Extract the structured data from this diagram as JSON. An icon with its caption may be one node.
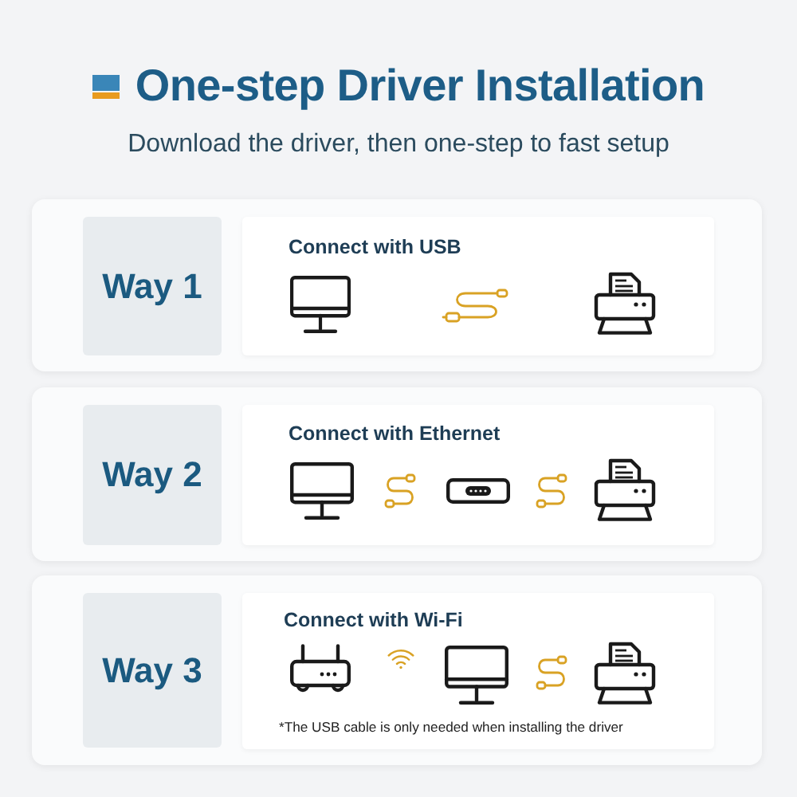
{
  "diagram": {
    "title": "One-step Driver Installation",
    "nodes": [
      {
        "text": [
          "Way 1"
        ]
      },
      {
        "text": [
          "Connect with USB"
        ]
      },
      {
        "text": [
          "Way 2"
        ]
      },
      {
        "text": [
          "Connect with Ethernet"
        ]
      },
      {
        "text": [
          "Way 3"
        ]
      },
      {
        "text": [
          "Connect with Wi-Fi",
          "*The USB cable is only needed when installing the driver"
        ]
      }
    ],
    "labels": [
      "Download the driver, then one-step to fast setup"
    ]
  }
}
